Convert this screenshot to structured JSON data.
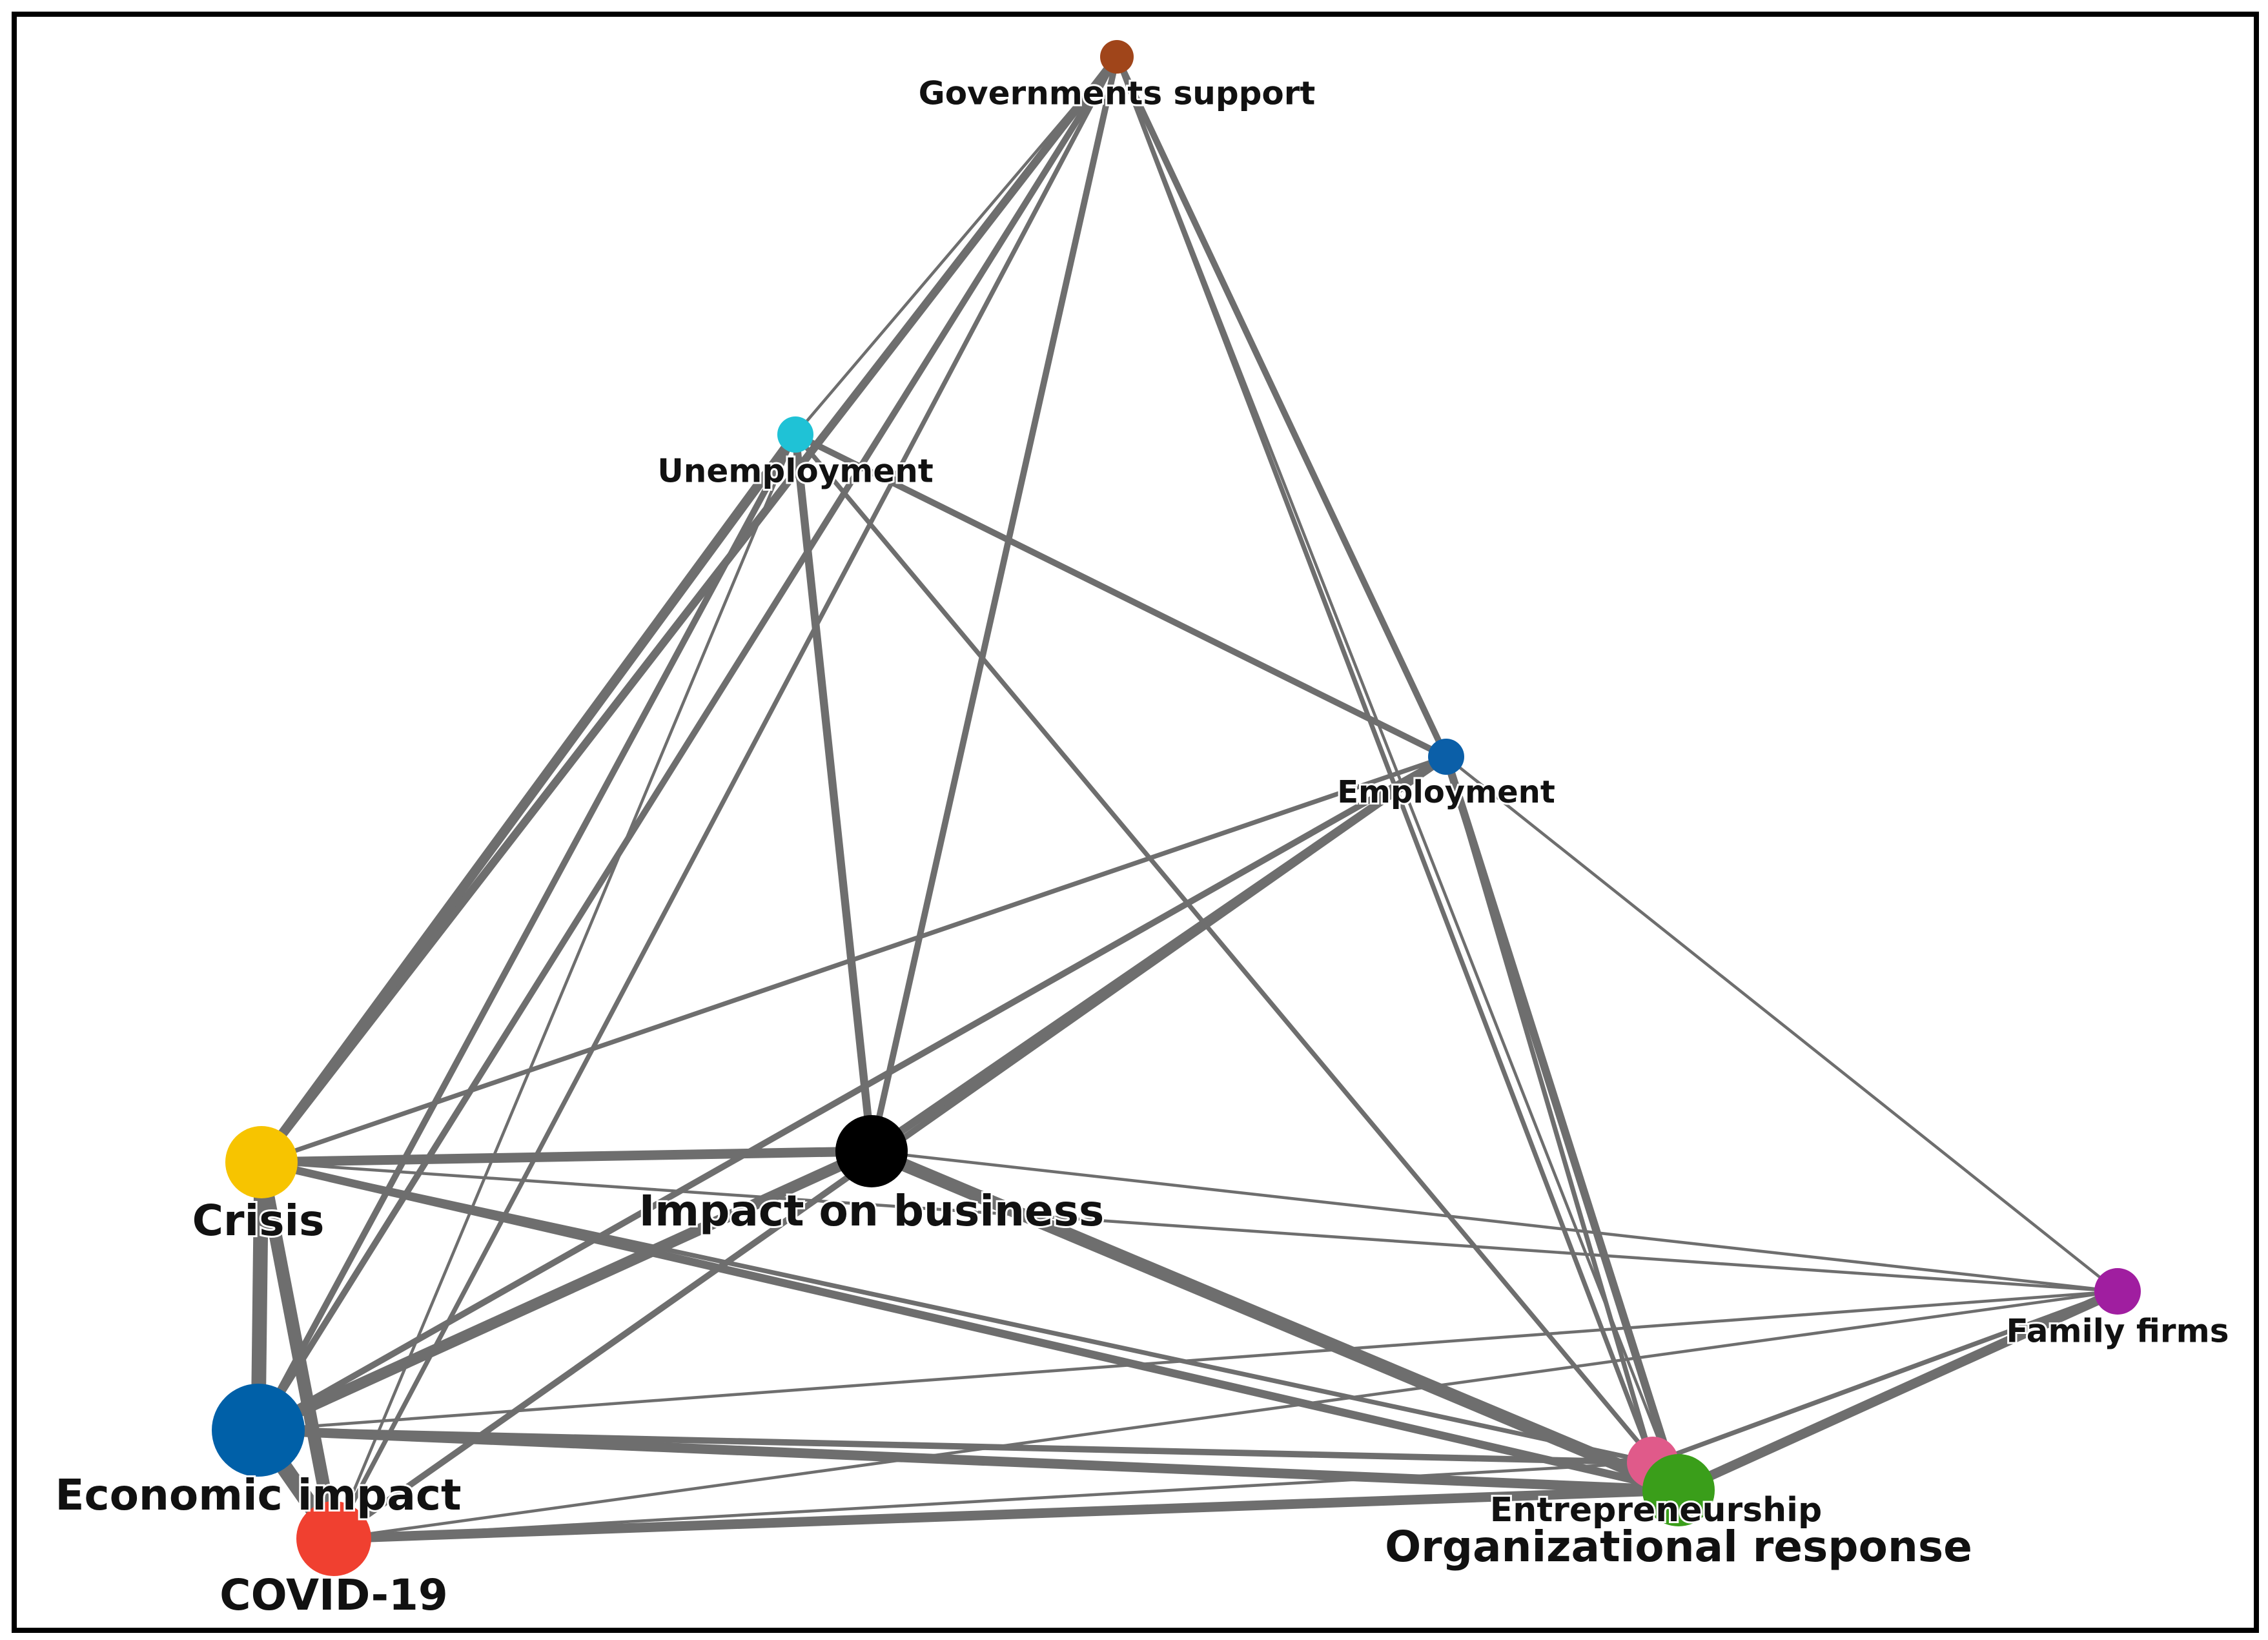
{
  "colors": {
    "frame": "#000000",
    "edge": "#6e6e6e",
    "label": "#111111"
  },
  "network": {
    "nodes": [
      {
        "id": "governments-support",
        "label": "Governments support",
        "color": "#a0451a",
        "weight": 1
      },
      {
        "id": "unemployment",
        "label": "Unemployment",
        "color": "#1fc2d6",
        "weight": 1
      },
      {
        "id": "employment",
        "label": "Employment",
        "color": "#0b5fa8",
        "weight": 0.8
      },
      {
        "id": "crisis",
        "label": "Crisis",
        "color": "#f7c400",
        "weight": 4
      },
      {
        "id": "impact-on-business",
        "label": "Impact on business",
        "color": "#000000",
        "weight": 4
      },
      {
        "id": "family-firms",
        "label": "Family firms",
        "color": "#a01ea0",
        "weight": 2
      },
      {
        "id": "economic-impact",
        "label": "Economic impact",
        "color": "#0060a8",
        "weight": 6
      },
      {
        "id": "covid-19",
        "label": "COVID-19",
        "color": "#f04030",
        "weight": 4
      },
      {
        "id": "entrepreneurship",
        "label": "Entrepreneurship",
        "color": "#e05a8a",
        "weight": 2
      },
      {
        "id": "organizational-response",
        "label": "Organizational response",
        "color": "#3a9e1a",
        "weight": 4
      }
    ],
    "edges": [
      {
        "source": "governments-support",
        "target": "unemployment",
        "weight": 1
      },
      {
        "source": "governments-support",
        "target": "crisis",
        "weight": 4
      },
      {
        "source": "governments-support",
        "target": "economic-impact",
        "weight": 3
      },
      {
        "source": "governments-support",
        "target": "covid-19",
        "weight": 2
      },
      {
        "source": "governments-support",
        "target": "impact-on-business",
        "weight": 3
      },
      {
        "source": "governments-support",
        "target": "employment",
        "weight": 3
      },
      {
        "source": "governments-support",
        "target": "entrepreneurship",
        "weight": 2
      },
      {
        "source": "governments-support",
        "target": "organizational-response",
        "weight": 1
      },
      {
        "source": "unemployment",
        "target": "crisis",
        "weight": 5
      },
      {
        "source": "unemployment",
        "target": "economic-impact",
        "weight": 3
      },
      {
        "source": "unemployment",
        "target": "covid-19",
        "weight": 1
      },
      {
        "source": "unemployment",
        "target": "impact-on-business",
        "weight": 4
      },
      {
        "source": "unemployment",
        "target": "employment",
        "weight": 3
      },
      {
        "source": "unemployment",
        "target": "organizational-response",
        "weight": 2
      },
      {
        "source": "employment",
        "target": "crisis",
        "weight": 2
      },
      {
        "source": "employment",
        "target": "economic-impact",
        "weight": 3
      },
      {
        "source": "employment",
        "target": "covid-19",
        "weight": 3
      },
      {
        "source": "employment",
        "target": "impact-on-business",
        "weight": 4
      },
      {
        "source": "employment",
        "target": "entrepreneurship",
        "weight": 2
      },
      {
        "source": "employment",
        "target": "organizational-response",
        "weight": 4
      },
      {
        "source": "employment",
        "target": "family-firms",
        "weight": 1
      },
      {
        "source": "crisis",
        "target": "impact-on-business",
        "weight": 5
      },
      {
        "source": "crisis",
        "target": "economic-impact",
        "weight": 8
      },
      {
        "source": "crisis",
        "target": "covid-19",
        "weight": 7
      },
      {
        "source": "crisis",
        "target": "organizational-response",
        "weight": 4
      },
      {
        "source": "crisis",
        "target": "entrepreneurship",
        "weight": 2
      },
      {
        "source": "crisis",
        "target": "family-firms",
        "weight": 1
      },
      {
        "source": "impact-on-business",
        "target": "economic-impact",
        "weight": 6
      },
      {
        "source": "impact-on-business",
        "target": "organizational-response",
        "weight": 7
      },
      {
        "source": "impact-on-business",
        "target": "family-firms",
        "weight": 1
      },
      {
        "source": "economic-impact",
        "target": "covid-19",
        "weight": 9
      },
      {
        "source": "economic-impact",
        "target": "organizational-response",
        "weight": 5
      },
      {
        "source": "economic-impact",
        "target": "entrepreneurship",
        "weight": 3
      },
      {
        "source": "economic-impact",
        "target": "family-firms",
        "weight": 1
      },
      {
        "source": "covid-19",
        "target": "organizational-response",
        "weight": 5
      },
      {
        "source": "covid-19",
        "target": "entrepreneurship",
        "weight": 1
      },
      {
        "source": "covid-19",
        "target": "family-firms",
        "weight": 1
      },
      {
        "source": "family-firms",
        "target": "organizational-response",
        "weight": 5
      },
      {
        "source": "family-firms",
        "target": "entrepreneurship",
        "weight": 2
      },
      {
        "source": "entrepreneurship",
        "target": "organizational-response",
        "weight": 4
      }
    ]
  }
}
